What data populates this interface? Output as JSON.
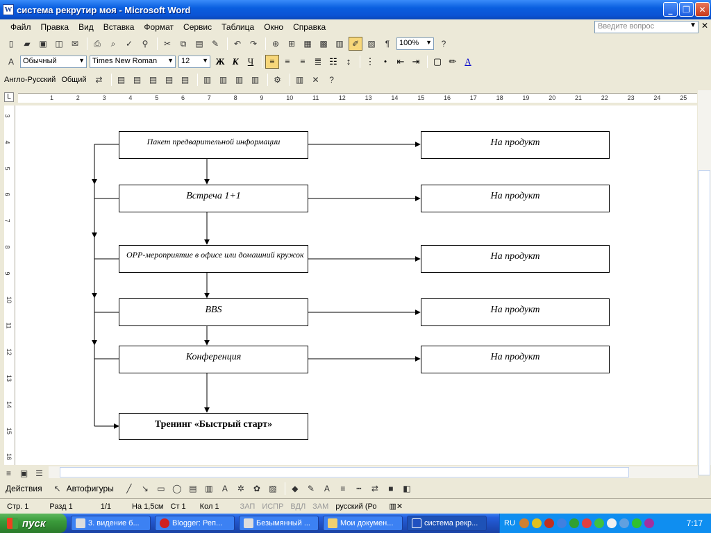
{
  "window": {
    "title": "система рекрутир моя - Microsoft Word",
    "app_icon": "W"
  },
  "menu": {
    "items": [
      "Файл",
      "Правка",
      "Вид",
      "Вставка",
      "Формат",
      "Сервис",
      "Таблица",
      "Окно",
      "Справка"
    ],
    "help_placeholder": "Введите вопрос"
  },
  "toolbar_standard": {
    "zoom": "100%"
  },
  "toolbar_format": {
    "style": "Обычный",
    "font": "Times New Roman",
    "size": "12",
    "bold": "Ж",
    "italic": "К",
    "underline": "Ч"
  },
  "toolbar_extra": {
    "dictionary": "Англо-Русский",
    "dictionary_mode": "Общий"
  },
  "ruler": {
    "h_numbers": [
      "1",
      "2",
      "3",
      "4",
      "5",
      "6",
      "7",
      "8",
      "9",
      "10",
      "11",
      "12",
      "13",
      "14",
      "15",
      "16",
      "17",
      "18",
      "19",
      "20",
      "21",
      "22",
      "23",
      "24",
      "25"
    ],
    "v_numbers": [
      "3",
      "4",
      "5",
      "6",
      "7",
      "8",
      "9",
      "10",
      "11",
      "12",
      "13",
      "14",
      "15",
      "16"
    ],
    "corner": "L"
  },
  "flowchart": {
    "left_boxes": [
      "Пакет предварительной информации",
      "Встреча 1+1",
      "ОPP-мероприятие в офисе или домашний кружок",
      "BBS",
      "Конференция",
      "Тренинг «Быстрый старт»"
    ],
    "right_boxes": [
      "На продукт",
      "На продукт",
      "На продукт",
      "На продукт",
      "На продукт"
    ]
  },
  "drawing": {
    "actions": "Действия",
    "autoshapes": "Автофигуры"
  },
  "status": {
    "page": "Стр. 1",
    "section": "Разд 1",
    "pages": "1/1",
    "at": "На 1,5см",
    "line": "Ст 1",
    "col": "Кол 1",
    "rec": "ЗАП",
    "trk": "ИСПР",
    "ext": "ВДЛ",
    "ovr": "ЗАМ",
    "lang": "русский (Ро"
  },
  "taskbar": {
    "start": "пуск",
    "tasks": [
      "3. видение б...",
      "Blogger: Реп...",
      "Безымянный ...",
      "Мои докумен...",
      "система рекр..."
    ],
    "tray_lang": "RU",
    "clock": "7:17"
  }
}
